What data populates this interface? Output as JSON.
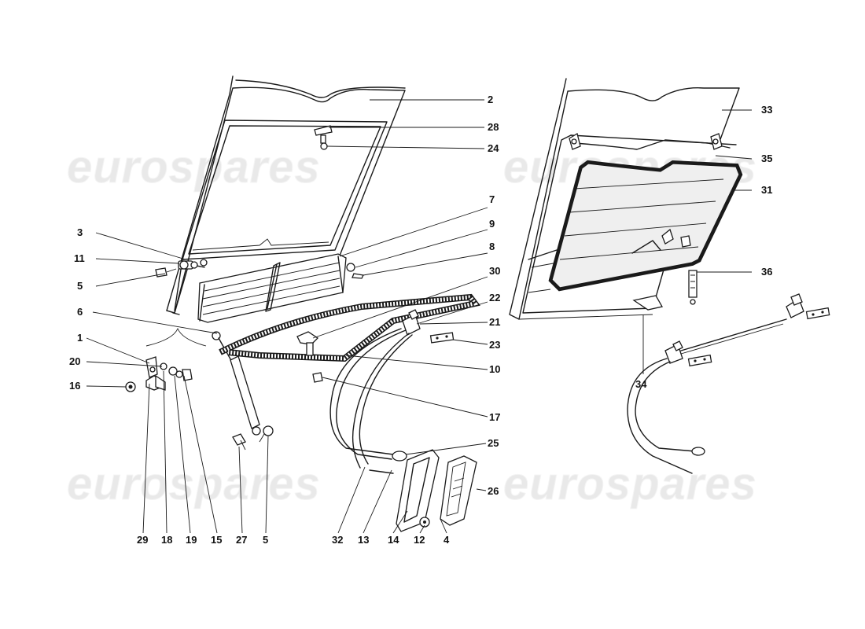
{
  "watermark": {
    "text": "eurospares"
  },
  "callouts": [
    "2",
    "28",
    "24",
    "7",
    "9",
    "8",
    "30",
    "22",
    "21",
    "23",
    "10",
    "17",
    "25",
    "26",
    "3",
    "11",
    "5",
    "6",
    "1",
    "20",
    "16",
    "29",
    "18",
    "19",
    "15",
    "27",
    "5",
    "32",
    "13",
    "14",
    "12",
    "4",
    "33",
    "35",
    "31",
    "36",
    "34"
  ]
}
